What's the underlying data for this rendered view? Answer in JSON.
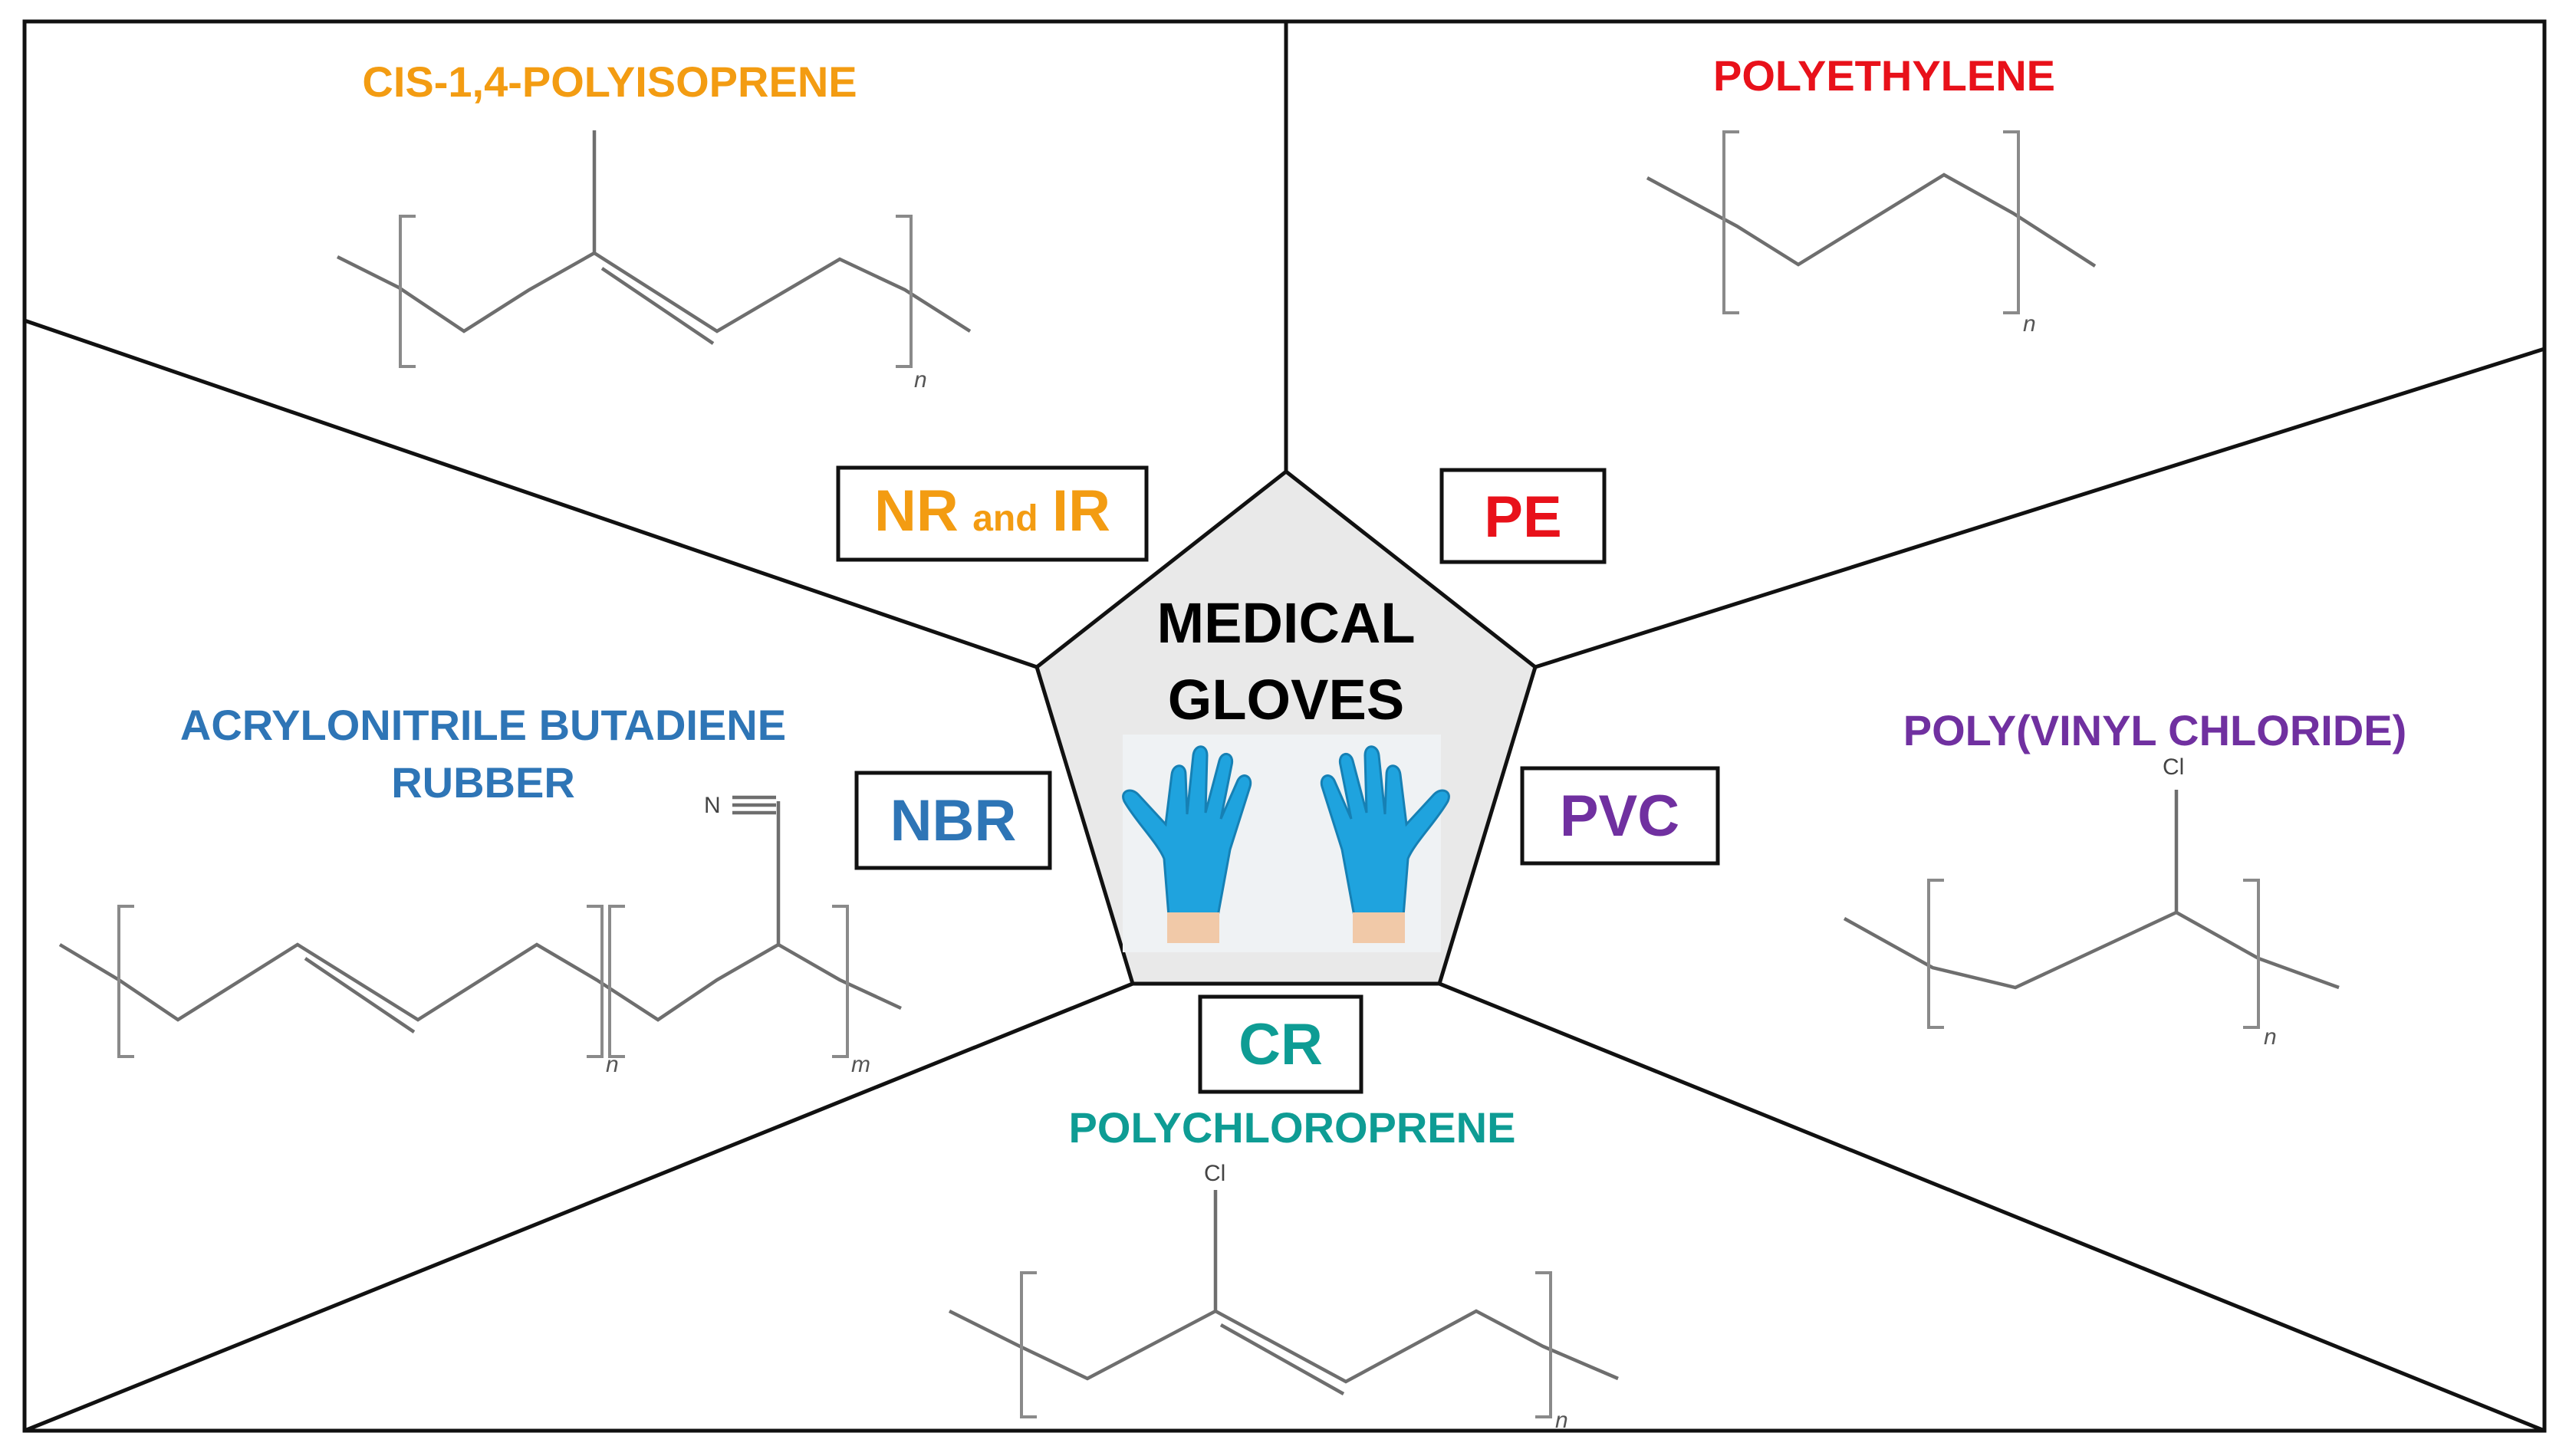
{
  "colors": {
    "natural_rubber": "#F39C12",
    "polyethylene": "#E8111A",
    "nitrile": "#2E75B6",
    "pvc": "#7030A0",
    "chloroprene": "#0E9C94",
    "pentagon_fill": "#E9E9E9",
    "glove_blue": "#1FA3DE"
  },
  "center": {
    "title_line1": "MEDICAL",
    "title_line2": "GLOVES",
    "image_icon": "blue-gloves-icon"
  },
  "materials": {
    "natural_rubber": {
      "abbr_part1": "NR",
      "abbr_join": "and",
      "abbr_part2": "IR",
      "name": "CIS-1,4-POLYISOPRENE",
      "repeat_subscript": "n"
    },
    "polyethylene": {
      "abbr": "PE",
      "name": "POLYETHYLENE",
      "repeat_subscript": "n"
    },
    "nitrile": {
      "abbr": "NBR",
      "name_line1": "ACRYLONITRILE BUTADIENE",
      "name_line2": "RUBBER",
      "nitrile_atom": "N",
      "repeat_subscript_1": "n",
      "repeat_subscript_2": "m"
    },
    "pvc": {
      "abbr": "PVC",
      "name": "POLY(VINYL CHLORIDE)",
      "chlorine_atom": "Cl",
      "repeat_subscript": "n"
    },
    "chloroprene": {
      "abbr": "CR",
      "name": "POLYCHLOROPRENE",
      "chlorine_atom": "Cl",
      "repeat_subscript": "n"
    }
  }
}
